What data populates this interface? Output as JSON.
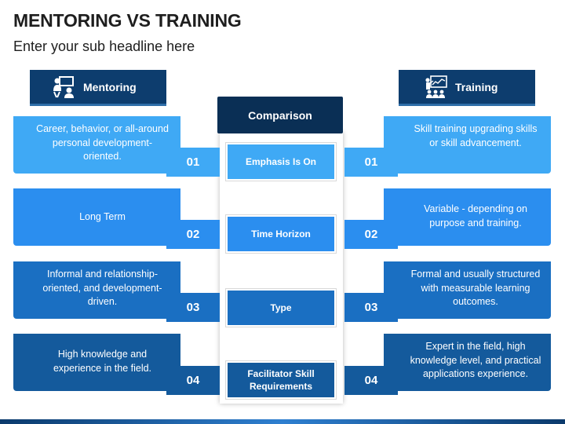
{
  "header": {
    "title": "MENTORING VS TRAINING",
    "subtitle": "Enter your sub headline here"
  },
  "columns": {
    "left": {
      "label": "Mentoring",
      "icon": "mentor-icon"
    },
    "center": {
      "label": "Comparison"
    },
    "right": {
      "label": "Training",
      "icon": "presentation-icon"
    }
  },
  "rows": [
    {
      "number": "01",
      "aspect": "Emphasis Is On",
      "mentoring": "Career, behavior, or all-around personal development-oriented.",
      "training": "Skill training upgrading skills or skill advancement.",
      "color": "#3fa9f5",
      "dark": "#2a8ad6"
    },
    {
      "number": "02",
      "aspect": "Time Horizon",
      "mentoring": "Long Term",
      "training": "Variable - depending on purpose and training.",
      "color": "#2b8eef",
      "dark": "#1f74cc"
    },
    {
      "number": "03",
      "aspect": "Type",
      "mentoring": "Informal and relationship-oriented, and development-driven.",
      "training": "Formal and usually structured with measurable learning outcomes.",
      "color": "#1a6fc2",
      "dark": "#145aa0"
    },
    {
      "number": "04",
      "aspect": "Facilitator Skill Requirements",
      "mentoring": "High knowledge and experience in the field.",
      "training": "Expert in the field, high knowledge level, and practical applications experience.",
      "color": "#145a9c",
      "dark": "#0f4680"
    }
  ]
}
